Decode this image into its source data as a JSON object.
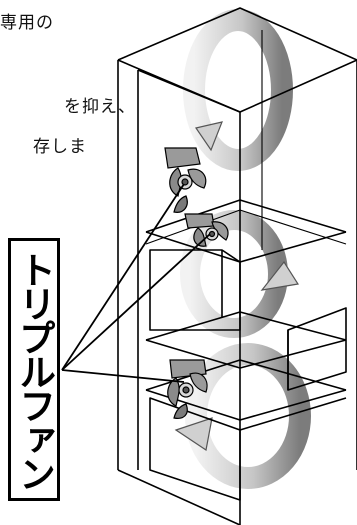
{
  "text_fragments": [
    "専用の",
    "を抑え、",
    "存しま"
  ],
  "callout_label": "トリプルファン",
  "colors": {
    "stroke": "#000000",
    "arrow_light": "#ececec",
    "arrow_mid": "#bdbdbd",
    "arrow_dark": "#7a7a7a",
    "fan": "#8c8c8c"
  },
  "icons": [
    "fan-icon",
    "airflow-arrow-icon"
  ]
}
